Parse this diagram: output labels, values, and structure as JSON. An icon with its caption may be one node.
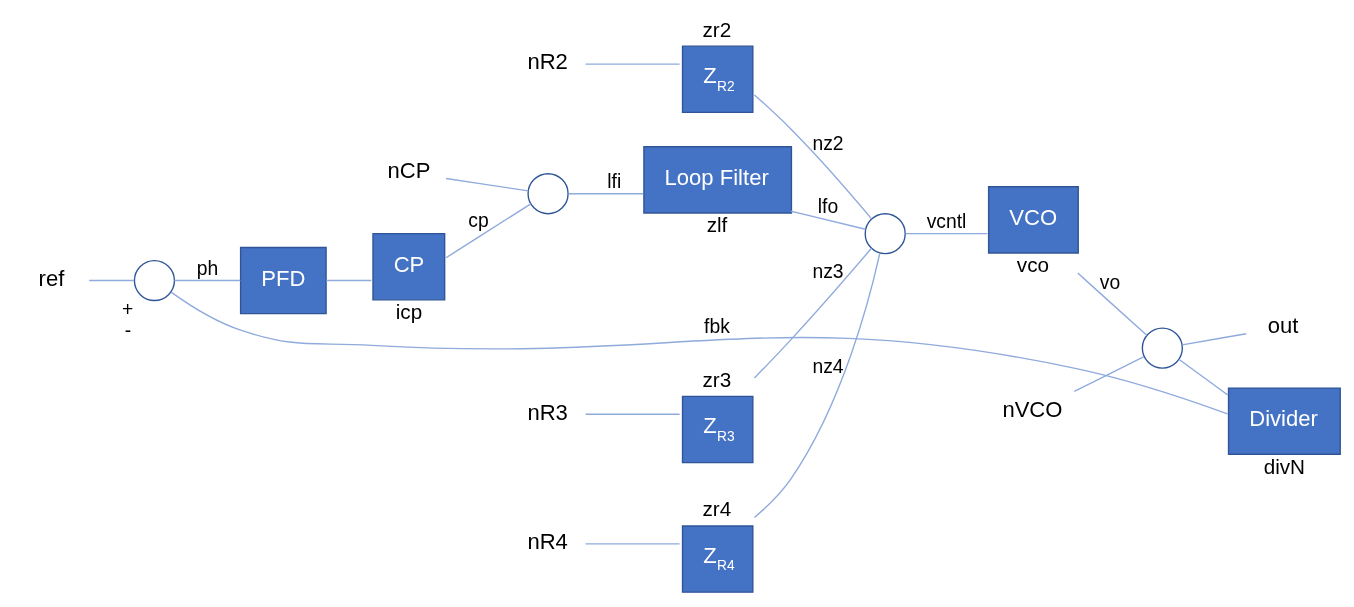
{
  "diagram": {
    "nodes": [
      {
        "text": [
          "nR2"
        ]
      },
      {
        "text": [
          "Z$_{R2}$"
        ],
        "beside": [
          "zr2"
        ]
      },
      {
        "text": [
          "nR3"
        ]
      },
      {
        "text": [
          "Z$_{R3}$"
        ],
        "beside": [
          "zr3"
        ]
      },
      {
        "text": [
          "nR4"
        ]
      },
      {
        "text": [
          "Z$_{R4}$"
        ],
        "beside": [
          "zr4"
        ]
      },
      {
        "text": [
          "nCP"
        ]
      },
      {
        "text": [
          "nVCO"
        ]
      },
      {
        "text": [
          "ref"
        ]
      },
      {
        "text": [],
        "shape": "circle",
        "beside": [
          "+",
          "-"
        ]
      },
      {
        "text": [
          "PFD"
        ]
      },
      {
        "text": [
          "CP"
        ],
        "beside": [
          "icp"
        ]
      },
      {
        "text": [],
        "shape": "circle"
      },
      {
        "text": [
          "Loop Filter"
        ],
        "beside": [
          "zlf"
        ]
      },
      {
        "text": [],
        "shape": "circle"
      },
      {
        "text": [
          "VCO"
        ],
        "beside": [
          "vco"
        ]
      },
      {
        "text": [],
        "shape": "circle"
      },
      {
        "text": [
          "out"
        ]
      },
      {
        "text": [
          "Divider"
        ],
        "beside": [
          "divN"
        ]
      }
    ],
    "edges": [
      {
        "from": 8,
        "to": 9,
        "arrow": "none"
      },
      {
        "from": 9,
        "to": 10,
        "arrow": "none",
        "label": "ph"
      },
      {
        "from": 10,
        "to": 11,
        "arrow": "none"
      },
      {
        "from": 11,
        "to": 12,
        "arrow": "none",
        "label": "cp"
      },
      {
        "from": 6,
        "to": 12,
        "arrow": "none"
      },
      {
        "from": 12,
        "to": 13,
        "arrow": "none",
        "label": "lfi"
      },
      {
        "from": 13,
        "to": 14,
        "arrow": "none",
        "label": "lfo"
      },
      {
        "from": 0,
        "to": 1,
        "arrow": "none"
      },
      {
        "from": 2,
        "to": 3,
        "arrow": "none"
      },
      {
        "from": 4,
        "to": 5,
        "arrow": "none"
      },
      {
        "from": 1,
        "to": 14,
        "arrow": "none",
        "label": "nz2"
      },
      {
        "from": 3,
        "to": 14,
        "arrow": "none",
        "label": "nz3"
      },
      {
        "from": 5,
        "to": 14,
        "arrow": "none",
        "label": "nz4"
      },
      {
        "from": 14,
        "to": 15,
        "arrow": "none",
        "label": "vcntl"
      },
      {
        "from": 15,
        "to": 16,
        "arrow": "none",
        "label": "vo"
      },
      {
        "from": 7,
        "to": 16,
        "arrow": "none"
      },
      {
        "from": 16,
        "to": 17,
        "arrow": "none"
      },
      {
        "from": 16,
        "to": 18,
        "arrow": "none"
      },
      {
        "from": 18,
        "to": 9,
        "arrow": "none",
        "label": "fbk"
      }
    ]
  }
}
